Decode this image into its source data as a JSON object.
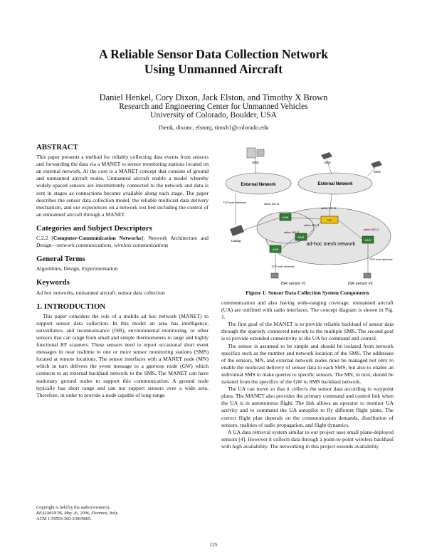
{
  "title_line1": "A Reliable Sensor Data Collection Network",
  "title_line2": "Using Unmanned Aircraft",
  "authors": "Daniel Henkel, Cory Dixon, Jack Elston, and Timothy X Brown",
  "affiliation1": "Research and Engineering Center for Unmanned Vehicles",
  "affiliation2": "University of Colorado, Boulder, USA",
  "email": "{henk, dixonc, elstonj, timxb}@colorado.edu",
  "abstract": {
    "heading": "ABSTRACT",
    "text": "This paper presents a method for reliably collecting data events from sensors and forwarding the data via a MANET to sensor monitoring stations located on an external network. At the core is a MANET concept that consists of ground and unmanned aircraft nodes. Unmanned aircraft enable a model whereby widely-spaced sensors are intermittently connected to the network and data is sent in stages as connections become available along each stage. The paper describes the sensor data collection model, the reliable multicast data delivery mechanism, and our experiences on a network test bed including the control of an unmanned aircraft through a MANET."
  },
  "categories": {
    "heading": "Categories and Subject Descriptors",
    "code": "C.2.2 [",
    "bold": "Computer-Communication Networks",
    "mid": "]: Network Architecture and Design—",
    "italic": "network communications, wireless communications"
  },
  "general_terms": {
    "heading": "General Terms",
    "text": "Algorithms, Design, Experimentation"
  },
  "keywords": {
    "heading": "Keywords",
    "text": "Ad hoc networks, unmanned aircraft, sensor data collection"
  },
  "intro": {
    "heading": "1.   INTRODUCTION",
    "text": "This paper considers the role of a mobile ad hoc network (MANET) to support sensor data collection. In this model an area has intelligence, surveillance, and reconnaissance (ISR), environmental monitoring, or other sensors that can range from small and simple thermometers to large and highly functional RF scanners. These sensors need to report occasional short event messages in near realtime to one or more sensor monitoring stations (SMS) located at remote locations. The sensor interfaces with a MANET node (MN) which in turn delivers the event message to a gateway node (GW) which connects to an external backhaul network to the SMS. The MANET can have stationary ground nodes to support this communication. A ground node typically has short range and can not support sensors over a wide area. Therefore, in order to provide a node capable of long-range"
  },
  "footnote": {
    "line1": "Copyright is held by the author/owner(s).",
    "line2": "REALMAN'06, May 26, 2006, Florence, Italy.",
    "line3": "ACM 1-59593-360-3/06/0005."
  },
  "figure": {
    "external_left": "External Network",
    "external_right": "External Network",
    "sms": "SMS",
    "tcp": "TCP over ethernet",
    "adhoc": "ad-hoc mesh network",
    "laptop": "Laptop",
    "mnr": "MNR",
    "ua": "UA",
    "link": "adhoc 802.11",
    "isr1": "ISR sensor #1",
    "isr2": "ISR sensor #2"
  },
  "caption": "Figure 1:  Sensor Data Collection System Components",
  "right_column": {
    "p1": "communication and also having wide-ranging coverage, unmanned aircraft (UA) are outfitted with radio interfaces. The concept diagram is shown in Fig. 1.",
    "p2": "The first goal of the MANET is to provide reliable backhaul of sensor data through the sparsely connected network to the multiple SMS. The second goal is to provide extended connectivity to the UA for command and control.",
    "p3": "The sensor is assumed to be simple and should be isolated from network specifics such as the number and network location of the SMS. The addresses of the sensors, MN, and external network nodes must be managed not only to enable the multicast delivery of sensor data to each SMS, but also to enable an individual SMS to make queries to specific sensors. The MN, in turn, should be isolated from the specifics of the GW to SMS backhaul network.",
    "p4": "The UA can move so that it collects the sensor data according to waypoint plans. The MANET also provides the primary command and control link when the UA is in autonomous flight. The link allows an operator to monitor UA activity and to command the UA autopilot to fly different flight plans. The correct flight plan depends on the communication demands, distribution of sensors, realities of radio propagation, and flight dynamics.",
    "p5": "A UA data retrieval system similar to our project uses small plane-deployed sensors [4]. However it collects data through a point-to-point wireless backhaul with high availability. The networking in this project extends availability"
  },
  "page_number": "125"
}
